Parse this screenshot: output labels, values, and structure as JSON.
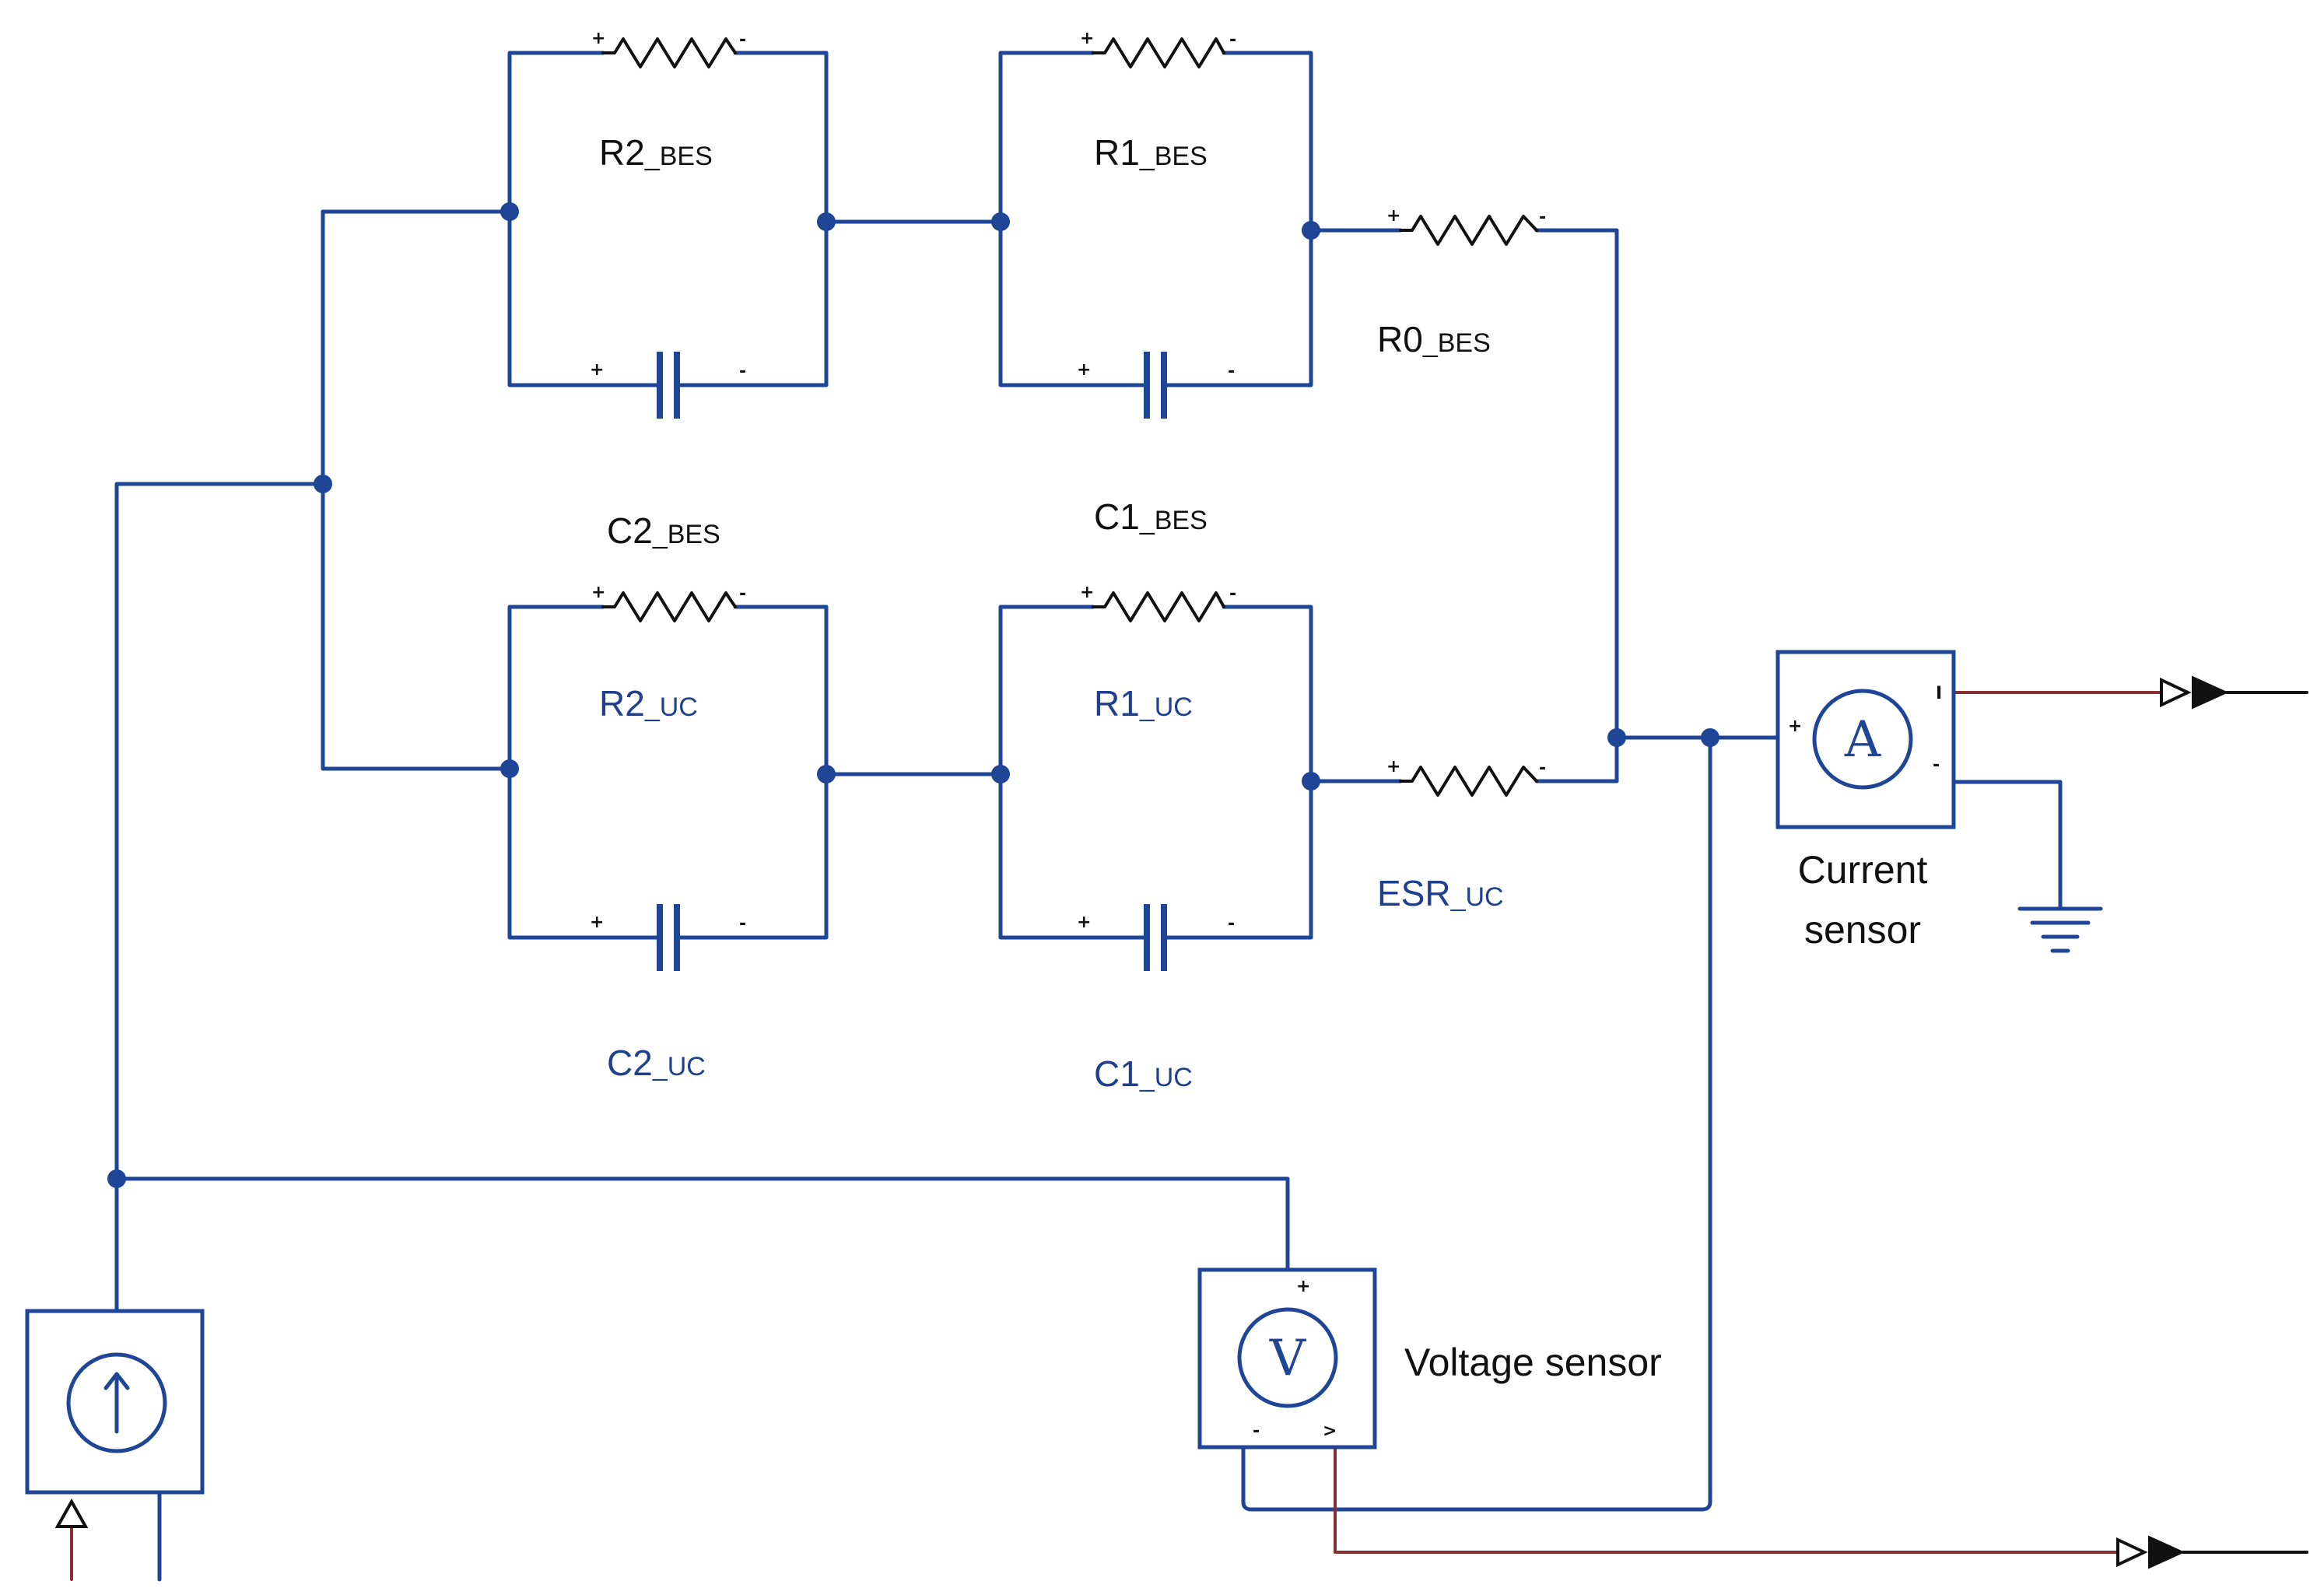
{
  "labels": {
    "r2_bes": {
      "main": "R2",
      "sub": "_BES"
    },
    "r1_bes": {
      "main": "R1",
      "sub": "_BES"
    },
    "r0_bes": {
      "main": "R0",
      "sub": "_BES"
    },
    "c2_bes": {
      "main": "C2",
      "sub": "_BES"
    },
    "c1_bes": {
      "main": "C1",
      "sub": "_BES"
    },
    "r2_uc": {
      "main": "R2",
      "sub": "_UC"
    },
    "r1_uc": {
      "main": "R1",
      "sub": "_UC"
    },
    "esr_uc": {
      "main": "ESR",
      "sub": "_UC"
    },
    "c2_uc": {
      "main": "C2",
      "sub": "_UC"
    },
    "c1_uc": {
      "main": "C1",
      "sub": "_UC"
    }
  },
  "current_sensor": {
    "label_line1": "Current",
    "label_line2": "sensor",
    "symbol": "A",
    "pos_mark": "+",
    "neg_mark": "-",
    "out_mark": "I"
  },
  "voltage_sensor": {
    "label": "Voltage sensor",
    "symbol": "V",
    "pos_mark": "+",
    "neg_mark": "-",
    "out_mark": ">"
  },
  "polarity": {
    "plus": "+",
    "minus": "-"
  },
  "colors": {
    "wire": "#1f4596",
    "signal_line": "#8a2e2e",
    "uc_label": "#1f3f8f",
    "bes_label": "#111111"
  },
  "icons": {
    "current_source": "current-source-arrow-up-icon",
    "ground": "ground-icon",
    "signal_port": "signal-output-port-icon"
  }
}
